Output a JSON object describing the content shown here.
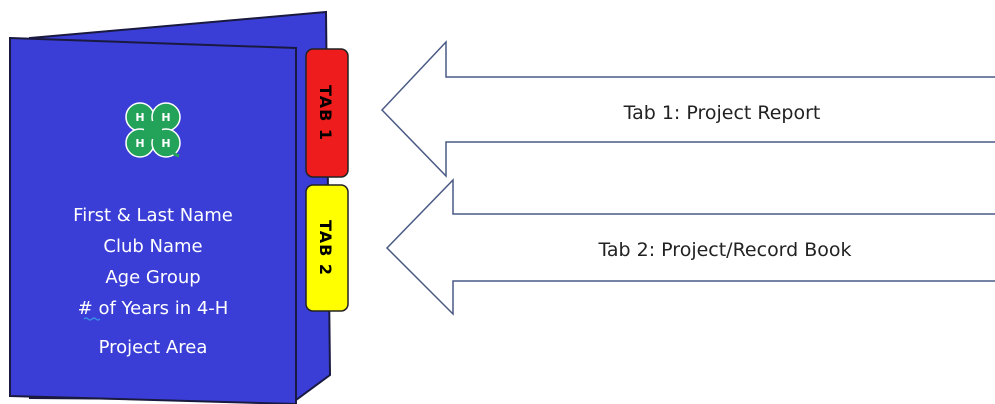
{
  "binder": {
    "cover_lines": [
      "First & Last Name",
      "Club Name",
      "Age Group",
      "# of Years in 4-H",
      "Project Area"
    ],
    "cover_color": "#3a3ed6",
    "cover_outline": "#1a1a40",
    "emblem": "four-leaf-clover-icon",
    "emblem_letters": [
      "H",
      "H",
      "H",
      "H"
    ],
    "emblem_color": "#23a35a"
  },
  "tabs": [
    {
      "label": "TAB 1",
      "color": "#ee1c1c"
    },
    {
      "label": "TAB 2",
      "color": "#ffff00"
    }
  ],
  "arrows": [
    {
      "label": "Tab 1: Project Report"
    },
    {
      "label": "Tab 2: Project/Record Book"
    }
  ],
  "arrow_outline": "#4a5a85"
}
